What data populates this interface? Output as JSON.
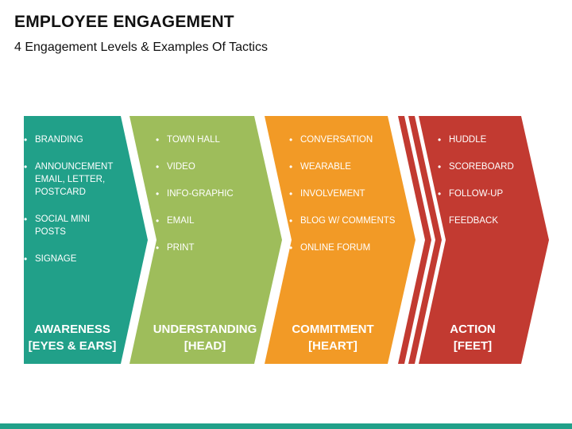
{
  "title": "EMPLOYEE ENGAGEMENT",
  "subtitle": "4 Engagement Levels & Examples Of Tactics",
  "colors": {
    "awareness": "#21a089",
    "understanding": "#9ebd5b",
    "commitment": "#f29a26",
    "action": "#c23a31",
    "bottom_bar": "#21a089"
  },
  "stages": [
    {
      "name": "AWARENESS",
      "focus": "[EYES & EARS]",
      "tactics": [
        "BRANDING",
        "ANNOUNCEMENT EMAIL, LETTER, POSTCARD",
        "SOCIAL MINI POSTS",
        "SIGNAGE"
      ]
    },
    {
      "name": "UNDERSTANDING",
      "focus": "[HEAD]",
      "tactics": [
        "TOWN HALL",
        "VIDEO",
        "INFO-GRAPHIC",
        "EMAIL",
        "PRINT"
      ]
    },
    {
      "name": "COMMITMENT",
      "focus": "[HEART]",
      "tactics": [
        "CONVERSATION",
        "WEARABLE",
        "INVOLVEMENT",
        "BLOG W/ COMMENTS",
        "ONLINE FORUM"
      ]
    },
    {
      "name": "ACTION",
      "focus": "[FEET]",
      "tactics": [
        "HUDDLE",
        "SCOREBOARD",
        "FOLLOW-UP",
        "FEEDBACK"
      ]
    }
  ]
}
